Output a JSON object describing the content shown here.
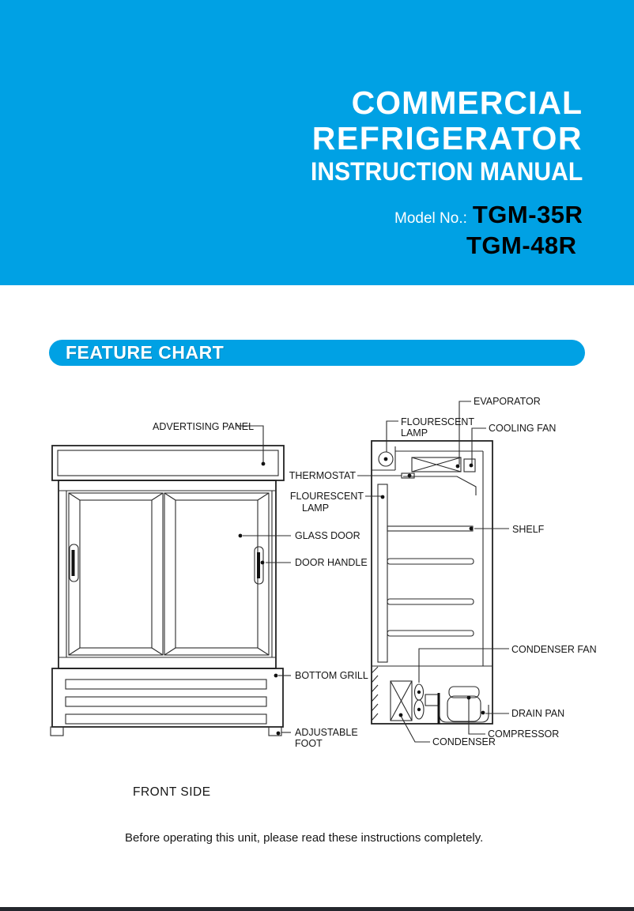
{
  "theme": {
    "accent": "#00a1e4",
    "ink": "#161616",
    "paper": "#ffffff",
    "footer_bar": "#24272d"
  },
  "header": {
    "title_line1": "COMMERCIAL",
    "title_line2": "REFRIGERATOR",
    "title_line3": "INSTRUCTION MANUAL",
    "model_label": "Model No.:",
    "model_1": "TGM-35R",
    "model_2": "TGM-48R"
  },
  "section": {
    "title": "FEATURE CHART"
  },
  "diagram": {
    "caption": "FRONT SIDE",
    "labels": {
      "advertising_panel": "ADVERTISING PANEL",
      "thermostat": "THERMOSTAT",
      "flourescent_mid_1": "FLOURESCENT",
      "flourescent_mid_2": "LAMP",
      "glass_door": "GLASS DOOR",
      "door_handle": "DOOR HANDLE",
      "bottom_grill": "BOTTOM GRILL",
      "adjustable_foot_1": "ADJUSTABLE",
      "adjustable_foot_2": "FOOT",
      "evaporator": "EVAPORATOR",
      "flourescent_top_1": "FLOURESCENT",
      "flourescent_top_2": "LAMP",
      "cooling_fan": "COOLING FAN",
      "shelf": "SHELF",
      "condenser_fan": "CONDENSER FAN",
      "drain_pan": "DRAIN PAN",
      "compressor": "COMPRESSOR",
      "condenser": "CONDENSER"
    }
  },
  "footer": {
    "note": "Before operating this unit, please read these instructions completely."
  }
}
